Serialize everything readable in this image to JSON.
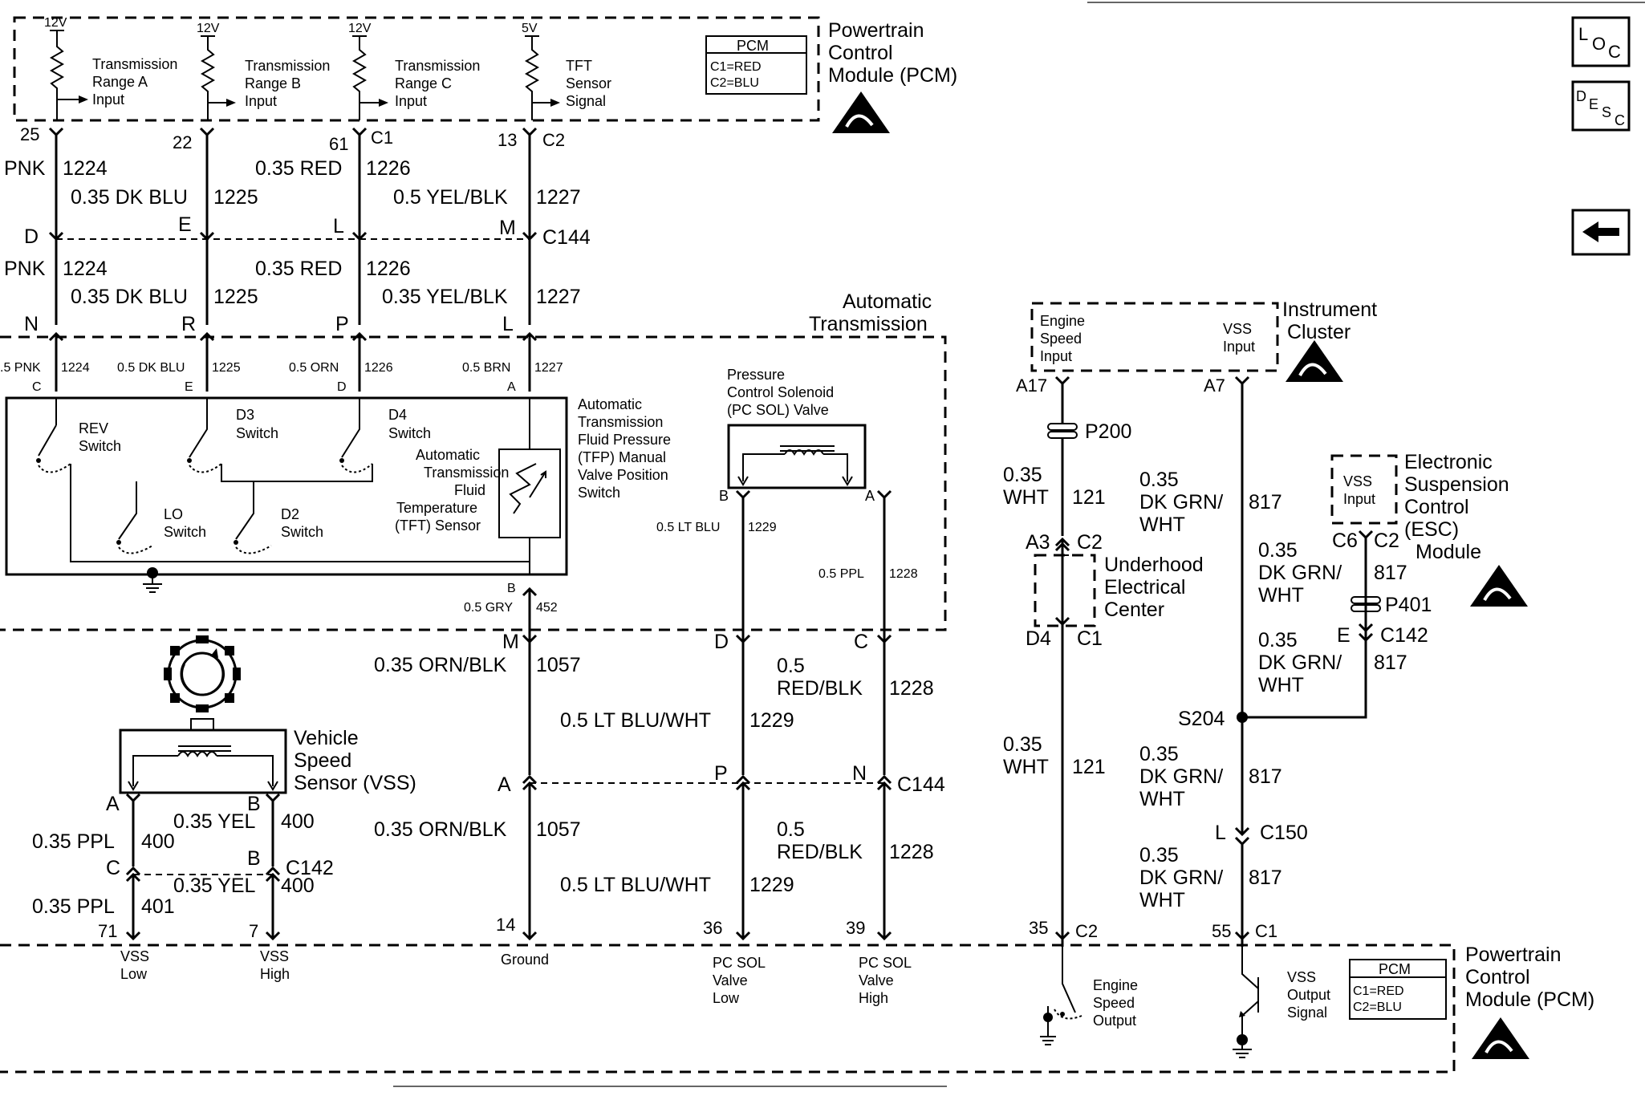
{
  "nav": {
    "loc": {
      "l": "L",
      "o": "O",
      "c": "C"
    },
    "desc": {
      "d": "D",
      "e": "E",
      "s": "S",
      "c": "C"
    }
  },
  "pcm_top": {
    "title_lines": [
      "Powertrain",
      "Control",
      "Module (PCM)"
    ],
    "legend": {
      "title": "PCM",
      "c1": "C1=RED",
      "c2": "C2=BLU"
    },
    "inputs": [
      {
        "voltage": "12V",
        "lines": [
          "Transmission",
          "Range A",
          "Input"
        ]
      },
      {
        "voltage": "12V",
        "lines": [
          "Transmission",
          "Range B",
          "Input"
        ]
      },
      {
        "voltage": "12V",
        "lines": [
          "Transmission",
          "Range C",
          "Input"
        ]
      },
      {
        "voltage": "5V",
        "lines": [
          "TFT",
          "Sensor",
          "Signal"
        ]
      }
    ],
    "pins": [
      "25",
      "22",
      "61",
      "13"
    ],
    "connectors": [
      "C1",
      "C2"
    ]
  },
  "wires_top": {
    "w1_color": "PNK",
    "w1_circuit": "1224",
    "w2_color": "0.35 DK BLU",
    "w2_circuit": "1225",
    "w3_color": "0.35 RED",
    "w3_circuit": "1226",
    "w4_color": "0.5 YEL/BLK",
    "w4_circuit": "1227"
  },
  "c144_top": {
    "pins": [
      "D",
      "E",
      "L",
      "M"
    ],
    "name": "C144"
  },
  "wires_mid": {
    "w1_color": "PNK",
    "w1_circuit": "1224",
    "w2_color": "0.35 DK BLU",
    "w2_circuit": "1225",
    "w3_color": "0.35 RED",
    "w3_circuit": "1226",
    "w4_color": "0.35 YEL/BLK",
    "w4_circuit": "1227"
  },
  "trans": {
    "title_lines": [
      "Automatic",
      "Transmission"
    ],
    "entry_pins": [
      "N",
      "R",
      "P",
      "L"
    ],
    "inner_wires": [
      {
        "color": ".5 PNK",
        "circuit": "1224",
        "pin": "C"
      },
      {
        "color": "0.5 DK BLU",
        "circuit": "1225",
        "pin": "E"
      },
      {
        "color": "0.5 ORN",
        "circuit": "1226",
        "pin": "D"
      },
      {
        "color": "0.5 BRN",
        "circuit": "1227",
        "pin": "A"
      }
    ],
    "switches": {
      "rev": [
        "REV",
        "Switch"
      ],
      "d3": [
        "D3",
        "Switch"
      ],
      "d4": [
        "D4",
        "Switch"
      ],
      "lo": [
        "LO",
        "Switch"
      ],
      "d2": [
        "D2",
        "Switch"
      ],
      "tft": [
        "Automatic",
        "Transmission",
        "Fluid",
        "Temperature",
        "(TFT) Sensor"
      ]
    },
    "tfp_label": [
      "Automatic",
      "Transmission",
      "Fluid Pressure",
      "(TFP) Manual",
      "Valve Position",
      "Switch"
    ],
    "ground_pin": "B",
    "ground_wire": "0.5 GRY",
    "ground_circuit": "452",
    "pcsol": {
      "lines": [
        "Pressure",
        "Control Solenoid",
        "(PC SOL) Valve"
      ],
      "pin_b": "B",
      "pin_a": "A",
      "wire_b": "0.5 LT BLU",
      "circuit_b": "1229",
      "wire_a": "0.5 PPL",
      "circuit_a": "1228"
    },
    "exit_pins": [
      "M",
      "D",
      "C"
    ]
  },
  "lower": {
    "orn_blk": "0.35 ORN/BLK",
    "orn_circuit": "1057",
    "lt_blu_wht": "0.5 LT BLU/WHT",
    "lt_circuit": "1229",
    "red_blk_1": "0.5",
    "red_blk_2": "RED/BLK",
    "red_circuit": "1228",
    "c144_pins": [
      "A",
      "P",
      "N"
    ],
    "c144_name": "C144"
  },
  "vss": {
    "lines": [
      "Vehicle",
      "Speed",
      "Sensor (VSS)"
    ],
    "pin_a": "A",
    "pin_b": "B",
    "ppl": "0.35 PPL",
    "ppl_circuit_1": "400",
    "ppl_circuit_2": "401",
    "yel": "0.35 YEL",
    "yel_circuit": "400",
    "c142_pins": [
      "C",
      "B"
    ],
    "c142_name": "C142"
  },
  "pcm_bottom": {
    "pins": [
      "71",
      "7",
      "14",
      "36",
      "39",
      "35",
      "55"
    ],
    "connectors": [
      "C2",
      "C1"
    ],
    "labels": [
      [
        "VSS",
        "Low"
      ],
      [
        "VSS",
        "High"
      ],
      [
        "Ground"
      ],
      [
        "PC SOL",
        "Valve",
        "Low"
      ],
      [
        "PC SOL",
        "Valve",
        "High"
      ],
      [
        "Engine",
        "Speed",
        "Output"
      ],
      [
        "VSS",
        "Output",
        "Signal"
      ]
    ],
    "title_lines": [
      "Powertrain",
      "Control",
      "Module (PCM)"
    ],
    "legend": {
      "title": "PCM",
      "c1": "C1=RED",
      "c2": "C2=BLU"
    }
  },
  "cluster": {
    "title_lines": [
      "Instrument",
      "Cluster"
    ],
    "engine_input": [
      "Engine",
      "Speed",
      "Input"
    ],
    "vss_input": [
      "VSS",
      "Input"
    ],
    "pins": [
      "A17",
      "A7"
    ]
  },
  "right_wires": {
    "p200": "P200",
    "wht_1": "0.35",
    "wht_2": "WHT",
    "wht_circuit": "121",
    "dkgrn_1": "0.35",
    "dkgrn_2": "DK GRN/",
    "dkgrn_3": "WHT",
    "dkgrn_circuit": "817",
    "uec": {
      "lines": [
        "Underhood",
        "Electrical",
        "Center"
      ],
      "pin_top": "A3",
      "conn_top": "C2",
      "pin_bot": "D4",
      "conn_bot": "C1"
    },
    "esc": {
      "lines": [
        "Electronic",
        "Suspension",
        "Control",
        "(ESC)",
        "Module"
      ],
      "vss_input": [
        "VSS",
        "Input"
      ],
      "pin": "C6",
      "conn": "C2"
    },
    "p401": "P401",
    "c142_pin": "E",
    "c142_name": "C142",
    "s204": "S204",
    "c150_pin": "L",
    "c150_name": "C150"
  }
}
